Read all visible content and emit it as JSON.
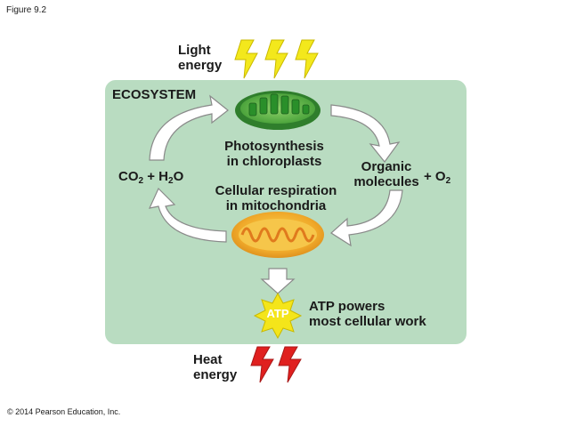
{
  "figure_label": "Figure 9.2",
  "copyright": "© 2014 Pearson Education, Inc.",
  "ecosystem_title": "ECOSYSTEM",
  "light_energy": {
    "line1": "Light",
    "line2": "energy"
  },
  "heat_energy": {
    "line1": "Heat",
    "line2": "energy"
  },
  "photosynthesis": {
    "line1": "Photosynthesis",
    "line2": "in chloroplasts"
  },
  "respiration": {
    "line1": "Cellular respiration",
    "line2": "in mitochondria"
  },
  "organic": {
    "line1": "Organic",
    "line2": "molecules"
  },
  "o2": {
    "plus": "+ O",
    "sub": "2"
  },
  "co2_h2o": {
    "co": "CO",
    "co_sub": "2",
    "plus_h": " + H",
    "h_sub": "2",
    "o": "O"
  },
  "atp_label": "ATP",
  "atp_powers": {
    "line1": "ATP powers",
    "line2": "most cellular work"
  },
  "colors": {
    "ecosystem_bg": "#b9dcc1",
    "light_bolt": "#f3e81c",
    "heat_bolt": "#e0201f",
    "atp_star": "#f4e51a"
  }
}
